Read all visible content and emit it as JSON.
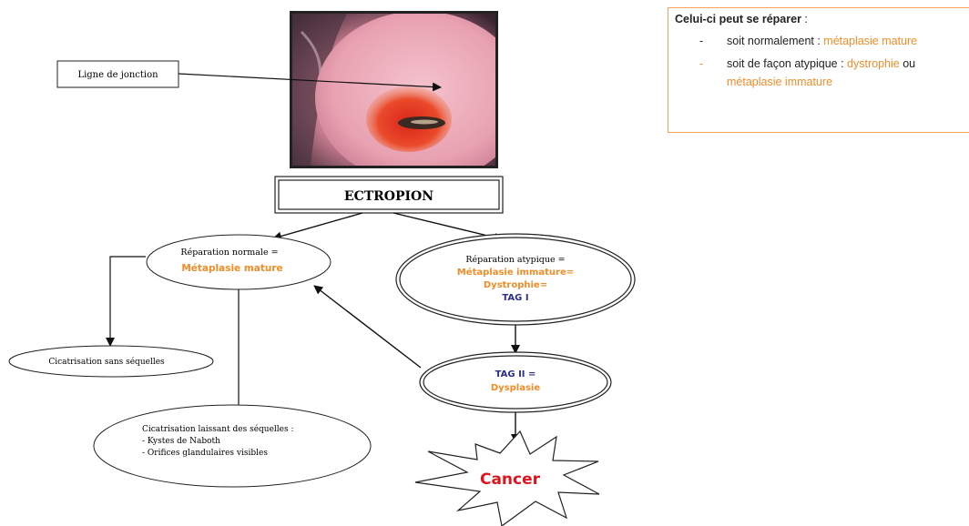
{
  "info": {
    "title": "Celui-ci peut se réparer",
    "title_suffix": " :",
    "line1_prefix": "soit normalement : ",
    "line1_highlight": "métaplasie mature",
    "line2_prefix": "soit de façon atypique : ",
    "line2_highlight": "dystrophie",
    "line2_suffix": " ou",
    "line3_highlight": "métaplasie immature",
    "bullet": "-"
  },
  "diagram": {
    "photo_label": "Ligne de jonction",
    "ectropion": "ECTROPION",
    "normal_repair_line1": "Réparation normale =",
    "normal_repair_line2": "Métaplasie mature",
    "atypical_line1": "Réparation atypique =",
    "atypical_line2": "Métaplasie immature",
    "atypical_line2_suffix": "=",
    "atypical_line3": "Dystrophie",
    "atypical_line3_suffix": "=",
    "atypical_line4": "TAG I",
    "tag2_line1": "TAG II =",
    "tag2_line2": "Dysplasie",
    "healing_clean": "Cicatrisation sans séquelles",
    "healing_seq_line1": "Cicatrisation laissant des séquelles :",
    "healing_seq_line2": "- Kystes de Naboth",
    "healing_seq_line3": "- Orifices glandulaires visibles",
    "cancer": "Cancer"
  },
  "colors": {
    "orange": "#f28c28",
    "navy": "#2a2f8f",
    "cancer_red": "#e0141e",
    "box_border": "#f4a25a"
  }
}
